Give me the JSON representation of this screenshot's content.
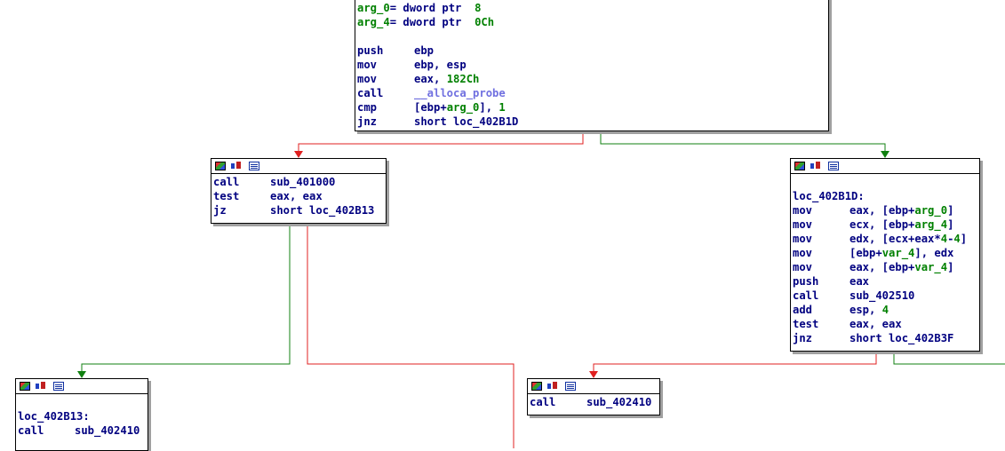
{
  "colors": {
    "text": "#000080",
    "number": "#008000",
    "function_ref": "#7070e0",
    "edge_false": "#e02020",
    "edge_true": "#108010"
  },
  "header_icons": [
    "graph-color-icon",
    "rename-icon",
    "listing-icon"
  ],
  "nodes": {
    "entry": {
      "locals": [
        {
          "name": "arg_0",
          "suffix": "= dword ptr  ",
          "value": "8"
        },
        {
          "name": "arg_4",
          "suffix": "= dword ptr  ",
          "value": "0Ch"
        }
      ],
      "instructions": [
        {
          "mnemonic": "push",
          "operand": "ebp"
        },
        {
          "mnemonic": "mov",
          "operand": "ebp, esp"
        },
        {
          "mnemonic": "mov",
          "operand_prefix": "eax, ",
          "number": "182Ch"
        },
        {
          "mnemonic": "call",
          "function": "__alloca_probe"
        },
        {
          "mnemonic": "cmp",
          "operand_prefix": "[ebp+",
          "var": "arg_0",
          "operand_suffix": "], ",
          "number": "1"
        },
        {
          "mnemonic": "jnz",
          "operand": "short loc_402B1D"
        }
      ]
    },
    "left": {
      "instructions": [
        {
          "mnemonic": "call",
          "operand": "sub_401000"
        },
        {
          "mnemonic": "test",
          "operand": "eax, eax"
        },
        {
          "mnemonic": "jz",
          "operand": "short loc_402B13"
        }
      ]
    },
    "right": {
      "label": "loc_402B1D:",
      "instructions": [
        {
          "mnemonic": "mov",
          "operand_prefix": "eax, [ebp+",
          "var": "arg_0",
          "operand_suffix": "]"
        },
        {
          "mnemonic": "mov",
          "operand_prefix": "ecx, [ebp+",
          "var": "arg_4",
          "operand_suffix": "]"
        },
        {
          "mnemonic": "mov",
          "operand_prefix": "edx, [ecx+eax*",
          "number": "4",
          "operand_suffix2": "-",
          "number2": "4",
          "operand_suffix": "]"
        },
        {
          "mnemonic": "mov",
          "operand_prefix": "[ebp+",
          "var": "var_4",
          "operand_suffix": "], edx"
        },
        {
          "mnemonic": "mov",
          "operand_prefix": "eax, [ebp+",
          "var": "var_4",
          "operand_suffix": "]"
        },
        {
          "mnemonic": "push",
          "operand": "eax"
        },
        {
          "mnemonic": "call",
          "operand": "sub_402510"
        },
        {
          "mnemonic": "add",
          "operand_prefix": "esp, ",
          "number": "4"
        },
        {
          "mnemonic": "test",
          "operand": "eax, eax"
        },
        {
          "mnemonic": "jnz",
          "operand": "short loc_402B3F"
        }
      ]
    },
    "bottom_left": {
      "label": "loc_402B13:",
      "instructions": [
        {
          "mnemonic": "call",
          "operand": "sub_402410"
        }
      ]
    },
    "bottom_mid": {
      "instructions": [
        {
          "mnemonic": "call",
          "operand": "sub_402410"
        }
      ]
    }
  }
}
